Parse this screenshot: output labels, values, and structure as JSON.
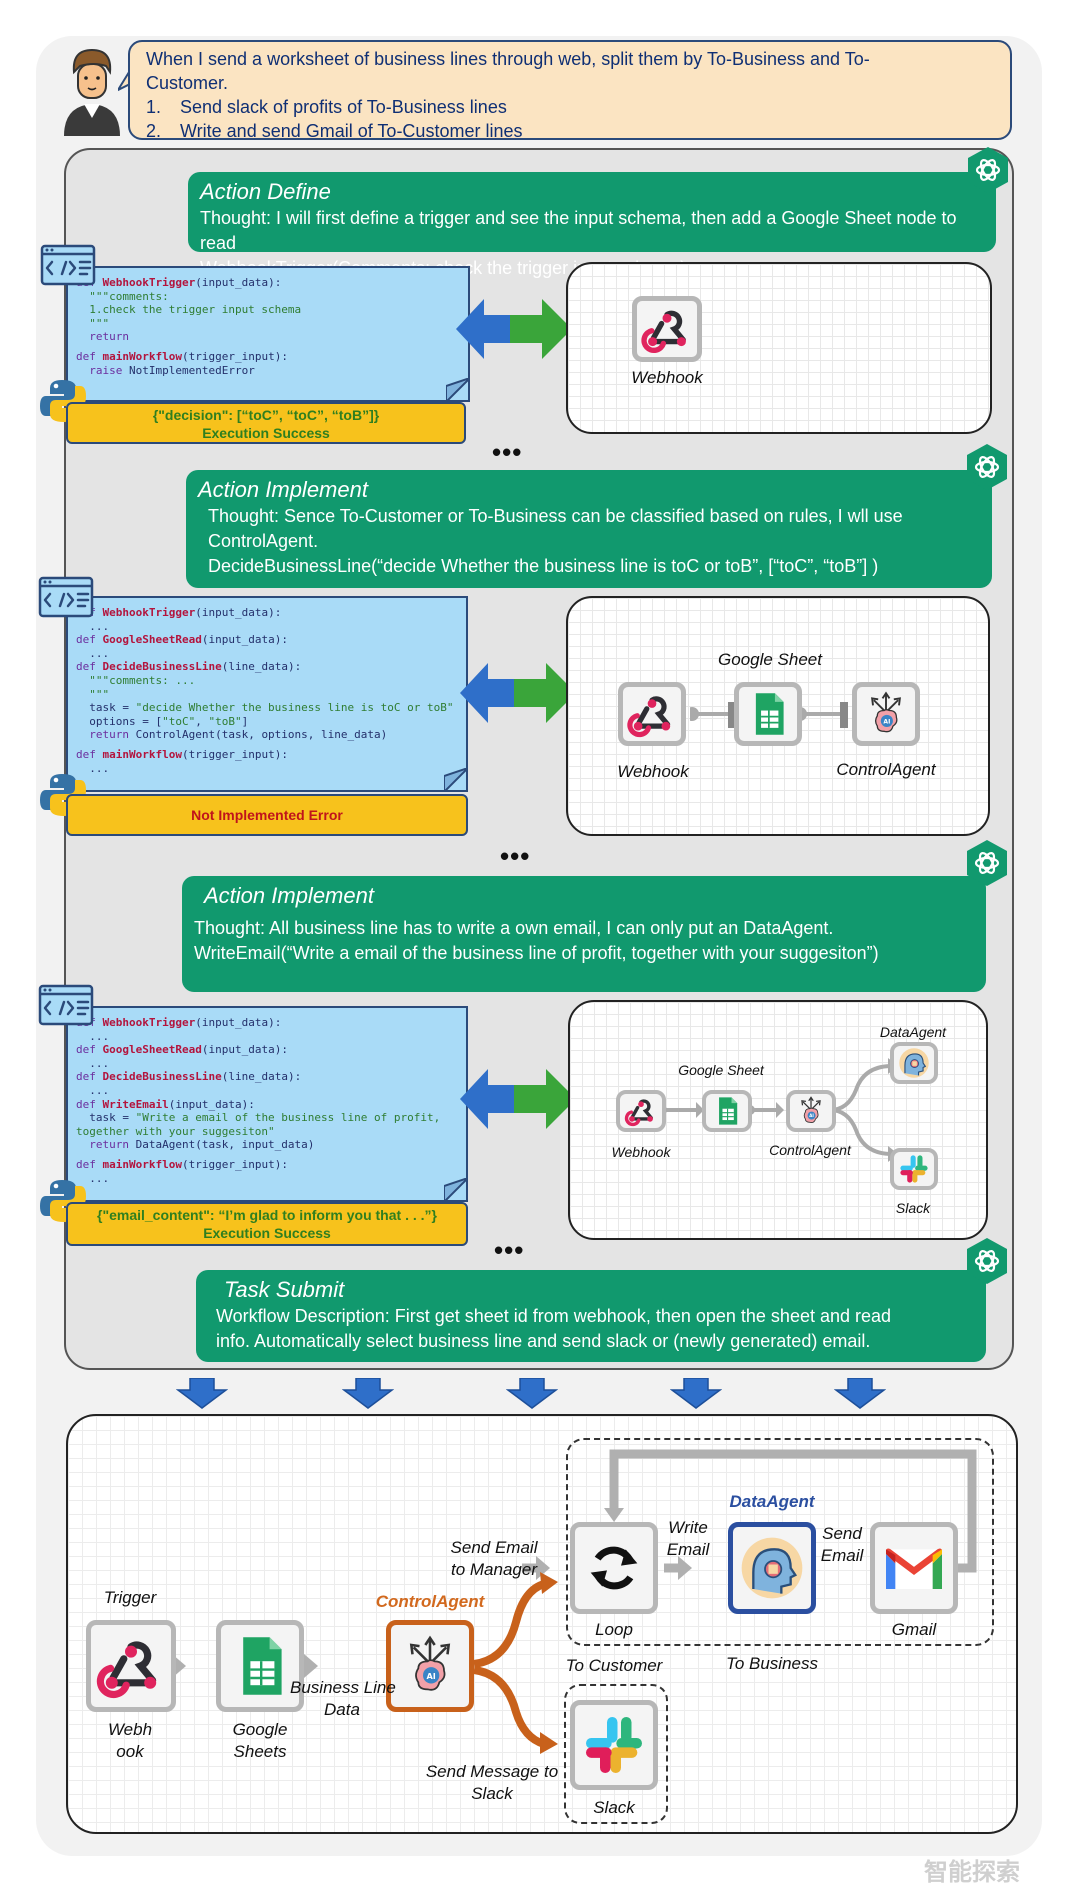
{
  "user_request": {
    "line1": "When I send a worksheet of business lines through web, split them by To-Business and To-",
    "line2": "Customer.",
    "items": [
      {
        "num": "1.",
        "text": "Send slack of profits of To-Business lines"
      },
      {
        "num": "2.",
        "text": "Write and send Gmail of To-Customer lines"
      }
    ]
  },
  "steps": [
    {
      "title": "Action Define",
      "lines": [
        "Thought: I will first define a trigger and see the input schema, then add a Google Sheet node to read",
        "WebhookTrigger(Comments: check the trigger input schema)"
      ],
      "result": [
        "{\"decision\": [“toC”, “toC”, “toB”]}",
        "Execution Success"
      ]
    },
    {
      "title": "Action Implement",
      "lines": [
        "Thought: Sence To-Customer or To-Business can be classified based on rules, I wll use",
        "ControlAgent.",
        "DecideBusinessLine(“decide Whether the business line is toC or toB”, [“toC”, “toB”] )"
      ],
      "result": [
        "Not Implemented Error"
      ]
    },
    {
      "title": "Action Implement",
      "lines": [
        "Thought: All business line has to write a own email, I can only put an DataAgent.",
        "WriteEmail(“Write a email of the business line of profit, together with your suggesiton”)"
      ],
      "result": [
        "{\"email_content\": “I’m glad to inform you that . . .”}",
        "Execution Success"
      ]
    },
    {
      "title": "Task Submit",
      "lines": [
        "Workflow Description: First get sheet id from webhook, then open the sheet and read",
        "info. Automatically select business line and send slack or (newly generated) email."
      ]
    }
  ],
  "code": {
    "c1": [
      [
        [
          "kw",
          "def "
        ],
        [
          "fn",
          "WebhookTrigger"
        ],
        [
          "",
          "(input_data):"
        ]
      ],
      [
        [
          "cm",
          "  \"\"\"comments:"
        ]
      ],
      [
        [
          "cm",
          "  1.check the trigger input schema"
        ]
      ],
      [
        [
          "cm",
          "  \"\"\""
        ]
      ],
      [
        [
          "kw",
          "  return"
        ]
      ],
      [
        [
          "",
          ""
        ]
      ],
      [
        [
          "kw",
          "def "
        ],
        [
          "fn",
          "mainWorkflow"
        ],
        [
          "",
          "(trigger_input):"
        ]
      ],
      [
        [
          "kw",
          "  raise "
        ],
        [
          "",
          "NotImplementedError"
        ]
      ]
    ],
    "c2": [
      [
        [
          "kw",
          "def "
        ],
        [
          "fn",
          "WebhookTrigger"
        ],
        [
          "",
          "(input_data):"
        ]
      ],
      [
        [
          "",
          "  ..."
        ]
      ],
      [
        [
          "kw",
          "def "
        ],
        [
          "fn",
          "GoogleSheetRead"
        ],
        [
          "",
          "(input_data):"
        ]
      ],
      [
        [
          "",
          "  ..."
        ]
      ],
      [
        [
          "kw",
          "def "
        ],
        [
          "fn",
          "DecideBusinessLine"
        ],
        [
          "",
          "(line_data):"
        ]
      ],
      [
        [
          "cm",
          "  \"\"\"comments: ..."
        ]
      ],
      [
        [
          "cm",
          "  \"\"\""
        ]
      ],
      [
        [
          "",
          "  task = "
        ],
        [
          "str",
          "\"decide Whether the business line is toC or toB\""
        ]
      ],
      [
        [
          "",
          "  options = ["
        ],
        [
          "str",
          "\"toC\""
        ],
        [
          "",
          ", "
        ],
        [
          "str",
          "\"toB\""
        ],
        [
          "",
          "]"
        ]
      ],
      [
        [
          "kw",
          "  return "
        ],
        [
          "",
          "ControlAgent(task, options, line_data)"
        ]
      ],
      [
        [
          "",
          ""
        ]
      ],
      [
        [
          "kw",
          "def "
        ],
        [
          "fn",
          "mainWorkflow"
        ],
        [
          "",
          "(trigger_input):"
        ]
      ],
      [
        [
          "",
          "  ..."
        ]
      ]
    ],
    "c3": [
      [
        [
          "kw",
          "def "
        ],
        [
          "fn",
          "WebhookTrigger"
        ],
        [
          "",
          "(input_data):"
        ]
      ],
      [
        [
          "",
          "  ..."
        ]
      ],
      [
        [
          "kw",
          "def "
        ],
        [
          "fn",
          "GoogleSheetRead"
        ],
        [
          "",
          "(input_data):"
        ]
      ],
      [
        [
          "",
          "  ..."
        ]
      ],
      [
        [
          "kw",
          "def "
        ],
        [
          "fn",
          "DecideBusinessLine"
        ],
        [
          "",
          "(line_data):"
        ]
      ],
      [
        [
          "",
          "  ..."
        ]
      ],
      [
        [
          "kw",
          "def "
        ],
        [
          "fn",
          "WriteEmail"
        ],
        [
          "",
          "(input_data):"
        ]
      ],
      [
        [
          "",
          "  task = "
        ],
        [
          "str",
          "\"Write a email of the business line of profit,"
        ]
      ],
      [
        [
          "str",
          "together with your suggesiton\""
        ]
      ],
      [
        [
          "kw",
          "  return "
        ],
        [
          "",
          "DataAgent(task, input_data)"
        ]
      ],
      [
        [
          "",
          ""
        ]
      ],
      [
        [
          "kw",
          "def "
        ],
        [
          "fn",
          "mainWorkflow"
        ],
        [
          "",
          "(trigger_input):"
        ]
      ],
      [
        [
          "",
          "  ..."
        ]
      ]
    ]
  },
  "labels": {
    "webhook": "Webhook",
    "google_sheet": "Google Sheet",
    "control_agent": "ControlAgent",
    "data_agent": "DataAgent",
    "slack": "Slack",
    "ellipsis": "•••"
  },
  "final": {
    "trigger": "Trigger",
    "webhook_l1": "Webh",
    "webhook_l2": "ook",
    "sheets_l1": "Google",
    "sheets_l2": "Sheets",
    "bld_l1": "Business Line",
    "bld_l2": "Data",
    "control_agent": "ControlAgent",
    "send_email_l1": "Send Email",
    "send_email_l2": "to Manager",
    "send_msg_l1": "Send Message to",
    "send_msg_l2": "Slack",
    "to_customer": "To Customer",
    "to_business": "To Business",
    "loop": "Loop",
    "write_l1": "Write",
    "write_l2": "Email",
    "data_agent": "DataAgent",
    "send2_l1": "Send",
    "send2_l2": "Email",
    "gmail": "Gmail",
    "slack": "Slack"
  },
  "colors": {
    "banner": "#11996e",
    "code_bg": "#a9dbf7",
    "result_bg": "#f7c21c",
    "bubble_bg": "#fbe4c2",
    "control_agent": "#d2691e",
    "data_agent": "#2b4fa0",
    "arrow_blue": "#2f6fc9",
    "arrow_green": "#3aa53a"
  },
  "watermark": "智能探索"
}
